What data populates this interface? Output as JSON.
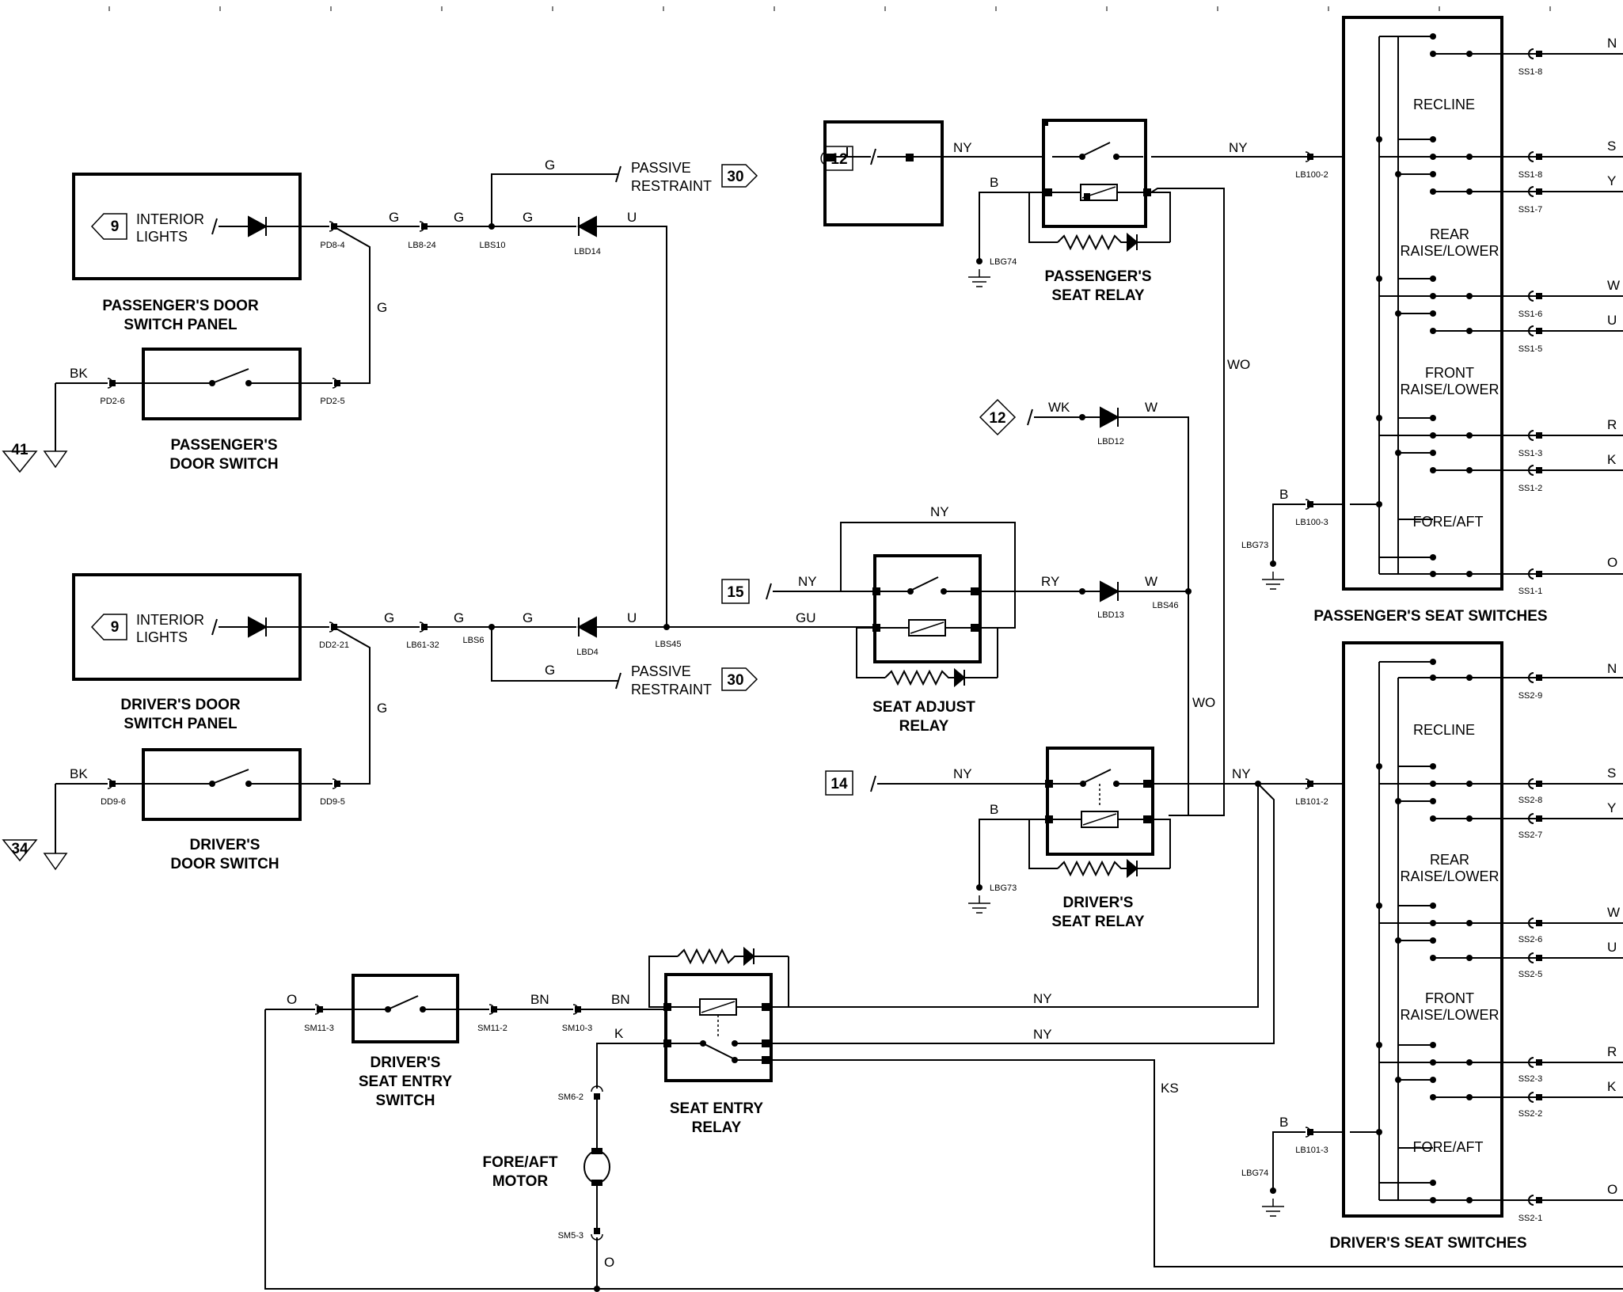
{
  "components": {
    "pass_door_panel": [
      "PASSENGER'S DOOR",
      "SWITCH PANEL"
    ],
    "pass_door_switch": [
      "PASSENGER'S",
      "DOOR SWITCH"
    ],
    "drv_door_panel": [
      "DRIVER'S DOOR",
      "SWITCH PANEL"
    ],
    "drv_door_switch": [
      "DRIVER'S",
      "DOOR SWITCH"
    ],
    "pass_seat_relay": [
      "PASSENGER'S",
      "SEAT RELAY"
    ],
    "drv_seat_relay": [
      "DRIVER'S",
      "SEAT RELAY"
    ],
    "seat_adjust_relay": [
      "SEAT ADJUST",
      "RELAY"
    ],
    "seat_entry_relay": [
      "SEAT ENTRY",
      "RELAY"
    ],
    "drv_seat_entry_switch": [
      "DRIVER'S",
      "SEAT ENTRY",
      "SWITCH"
    ],
    "fore_aft_motor": [
      "FORE/AFT",
      "MOTOR"
    ],
    "pass_seat_switches": "PASSENGER'S SEAT SWITCHES",
    "drv_seat_switches": "DRIVER'S SEAT SWITCHES",
    "interior_lights": [
      "INTERIOR",
      "LIGHTS"
    ],
    "passive_restraint": [
      "PASSIVE",
      "RESTRAINT"
    ]
  },
  "switch_labels": {
    "recline": "RECLINE",
    "rear": [
      "REAR",
      "RAISE/LOWER"
    ],
    "front": [
      "FRONT",
      "RAISE/LOWER"
    ],
    "fore_aft": "FORE/AFT"
  },
  "refs": {
    "interior_lights": "9",
    "passive_restraint": "30",
    "ground_pass_door": "41",
    "ground_drv_door": "34",
    "pass_relay_feed": "12",
    "wk_feed": "12",
    "seat_adjust_feed": "15",
    "drv_relay_feed": "14"
  },
  "wire_colors": {
    "g": "G",
    "u": "U",
    "bk": "BK",
    "ny": "NY",
    "b": "B",
    "wo": "WO",
    "wk": "WK",
    "w": "W",
    "ry": "RY",
    "gu": "GU",
    "o": "O",
    "bn": "BN",
    "k": "K",
    "ks": "KS",
    "n": "N",
    "s": "S",
    "y": "Y",
    "r": "R"
  },
  "connectors": {
    "pd8_4": "PD8-4",
    "lb8_24": "LB8-24",
    "lbs10": "LBS10",
    "lbd14": "LBD14",
    "pd2_6": "PD2-6",
    "pd2_5": "PD2-5",
    "dd2_21": "DD2-21",
    "lb61_32": "LB61-32",
    "lbs6": "LBS6",
    "lbd4": "LBD4",
    "lbs45": "LBS45",
    "dd9_6": "DD9-6",
    "dd9_5": "DD9-5",
    "lbg74": "LBG74",
    "lbg73": "LBG73",
    "lbd12": "LBD12",
    "lbd13": "LBD13",
    "lbs46": "LBS46",
    "lb100_2": "LB100-2",
    "lb100_3": "LB100-3",
    "lb101_2": "LB101-2",
    "lb101_3": "LB101-3",
    "ss1_8": "SS1-8",
    "ss1_7": "SS1-7",
    "ss1_6": "SS1-6",
    "ss1_5": "SS1-5",
    "ss1_3": "SS1-3",
    "ss1_2": "SS1-2",
    "ss1_1": "SS1-1",
    "ss2_9": "SS2-9",
    "ss2_8": "SS2-8",
    "ss2_7": "SS2-7",
    "ss2_6": "SS2-6",
    "ss2_5": "SS2-5",
    "ss2_3": "SS2-3",
    "ss2_2": "SS2-2",
    "ss2_1": "SS2-1",
    "sm11_3": "SM11-3",
    "sm11_2": "SM11-2",
    "sm10_3": "SM10-3",
    "sm6_2": "SM6-2",
    "sm5_3": "SM5-3"
  }
}
